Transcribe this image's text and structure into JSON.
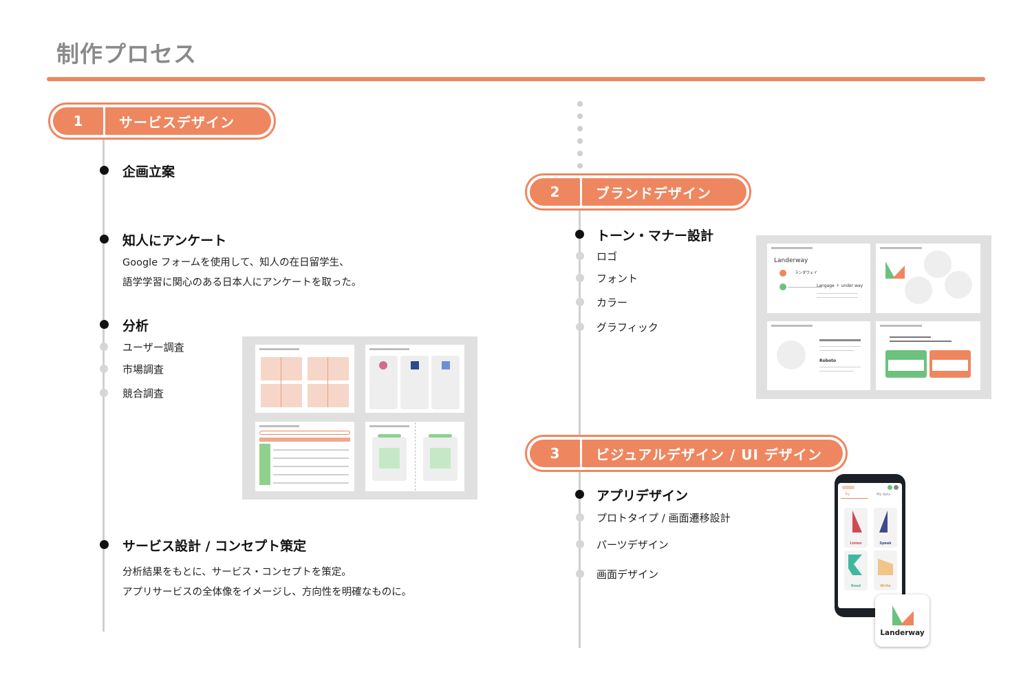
{
  "page": {
    "title": "制作プロセス"
  },
  "colors": {
    "accent": "#ee8660",
    "green": "#6cc27c",
    "timeline": "#cfcfcf"
  },
  "sections": [
    {
      "number": "1",
      "label": "サービスデザイン",
      "steps": [
        {
          "title": "企画立案"
        },
        {
          "title": "知人にアンケート",
          "description": [
            "Google フォームを使用して、知人の在日留学生、",
            "語学学習に関心のある日本人にアンケートを取った。"
          ]
        },
        {
          "title": "分析",
          "items": [
            "ユーザー調査",
            "市場調査",
            "競合調査"
          ]
        },
        {
          "title": "サービス設計 / コンセプト策定",
          "description": [
            "分析結果をもとに、サービス・コンセプトを策定。",
            "アプリサービスの全体像をイメージし、方向性を明確なものに。"
          ]
        }
      ]
    },
    {
      "number": "2",
      "label": "ブランドデザイン",
      "steps": [
        {
          "title": "トーン・マナー設計",
          "items": [
            "ロゴ",
            "フォント",
            "カラー",
            "グラフィック"
          ]
        }
      ]
    },
    {
      "number": "3",
      "label": "ビジュアルデザイン / UI デザイン",
      "steps": [
        {
          "title": "アプリデザイン",
          "items": [
            "プロトタイプ / 画面遷移設計",
            "パーツデザイン",
            "画面デザイン"
          ]
        }
      ]
    }
  ],
  "brand_slides": {
    "logo_name": "Landerway",
    "reading": "ランダウェイ",
    "formula": "Langage ＋ under way",
    "font_name": "Roboto"
  },
  "app": {
    "tabs": [
      "Try",
      "My data"
    ],
    "cards": [
      "Listen",
      "Speak",
      "Read",
      "Write"
    ],
    "icon_name": "Landerway"
  }
}
